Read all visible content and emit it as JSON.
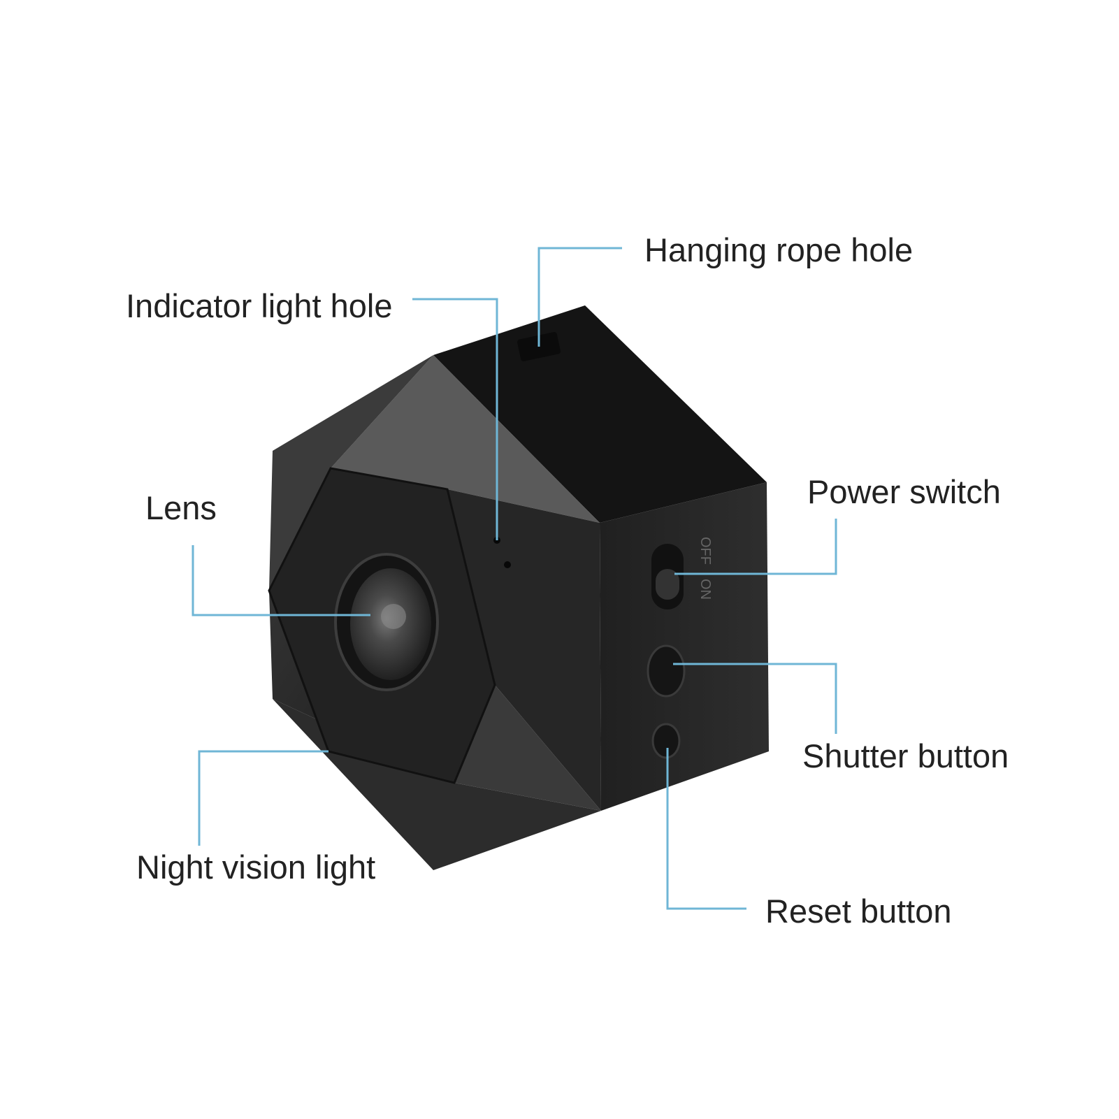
{
  "colors": {
    "background": "#ffffff",
    "leader_line": "#6fb6d6",
    "label_text": "#222222",
    "camera_body": "#1f1f1f"
  },
  "labels": {
    "hanging_rope_hole": "Hanging rope hole",
    "indicator_light_hole": "Indicator light hole",
    "lens": "Lens",
    "power_switch": "Power switch",
    "shutter_button": "Shutter button",
    "night_vision_light": "Night vision light",
    "reset_button": "Reset button"
  },
  "device": {
    "switch_on": "ON",
    "switch_off": "OFF"
  }
}
